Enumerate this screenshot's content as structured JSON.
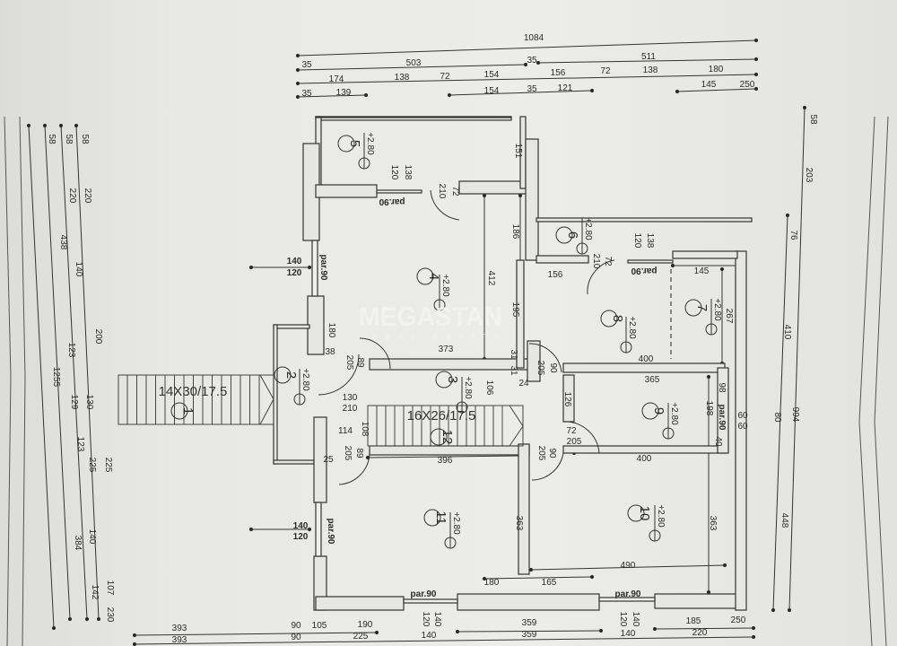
{
  "watermark": {
    "brand": "MEGASTAN",
    "sub": "REAL ESTATE"
  },
  "dimensions": {
    "top_row1": [
      "1084"
    ],
    "top_row2": [
      "35",
      "503",
      "35",
      "511"
    ],
    "top_row3": [
      "174",
      "138",
      "72",
      "154",
      "156",
      "72",
      "138",
      "180"
    ],
    "top_row4": [
      "35",
      "139",
      "154",
      "35",
      "121",
      "145",
      "250"
    ],
    "left": [
      "58",
      "220",
      "140",
      "200",
      "130",
      "225",
      "225",
      "140",
      "142",
      "107",
      "230",
      "58",
      "220",
      "438",
      "123",
      "129",
      "123",
      "384",
      "58",
      "1255"
    ],
    "right": [
      "58",
      "203",
      "76",
      "410",
      "994",
      "80",
      "448"
    ],
    "bottom_row1": [
      "393",
      "90",
      "105",
      "190",
      "359",
      "185",
      "250"
    ],
    "bottom_row2": [
      "393",
      "90",
      "225",
      "140",
      "359",
      "140",
      "220"
    ]
  },
  "rooms": [
    {
      "number": "1"
    },
    {
      "number": "2",
      "level": "+2.80"
    },
    {
      "number": "3",
      "level": "+2.80"
    },
    {
      "number": "4",
      "level": "+2.80"
    },
    {
      "number": "5",
      "level": "+2.80"
    },
    {
      "number": "6",
      "level": "+2.80"
    },
    {
      "number": "7",
      "level": "+2.80"
    },
    {
      "number": "8",
      "level": "+2.80"
    },
    {
      "number": "9",
      "level": "+2.80"
    },
    {
      "number": "10",
      "level": "+2.80"
    },
    {
      "number": "11",
      "level": "+2.80"
    },
    {
      "number": "12"
    }
  ],
  "stairs": {
    "main": "14X30/17.5",
    "internal": "16X26/17.5"
  },
  "interior_dims": [
    "151",
    "138",
    "120",
    "72",
    "210",
    "par.90",
    "186",
    "412",
    "140",
    "120",
    "par.90",
    "195",
    "180",
    "38",
    "205",
    "89",
    "373",
    "31",
    "31",
    "24",
    "205",
    "90",
    "106",
    "130",
    "210",
    "108",
    "114",
    "205",
    "89",
    "25",
    "396",
    "205",
    "90",
    "363",
    "140",
    "120",
    "par.90",
    "180",
    "165",
    "par.90",
    "par.90",
    "140",
    "120",
    "140",
    "120",
    "156",
    "72",
    "210",
    "138",
    "120",
    "par.90",
    "145",
    "267",
    "400",
    "365",
    "126",
    "98",
    "198",
    "par.90",
    "40",
    "72",
    "205",
    "400",
    "363",
    "490",
    "60",
    "60"
  ]
}
